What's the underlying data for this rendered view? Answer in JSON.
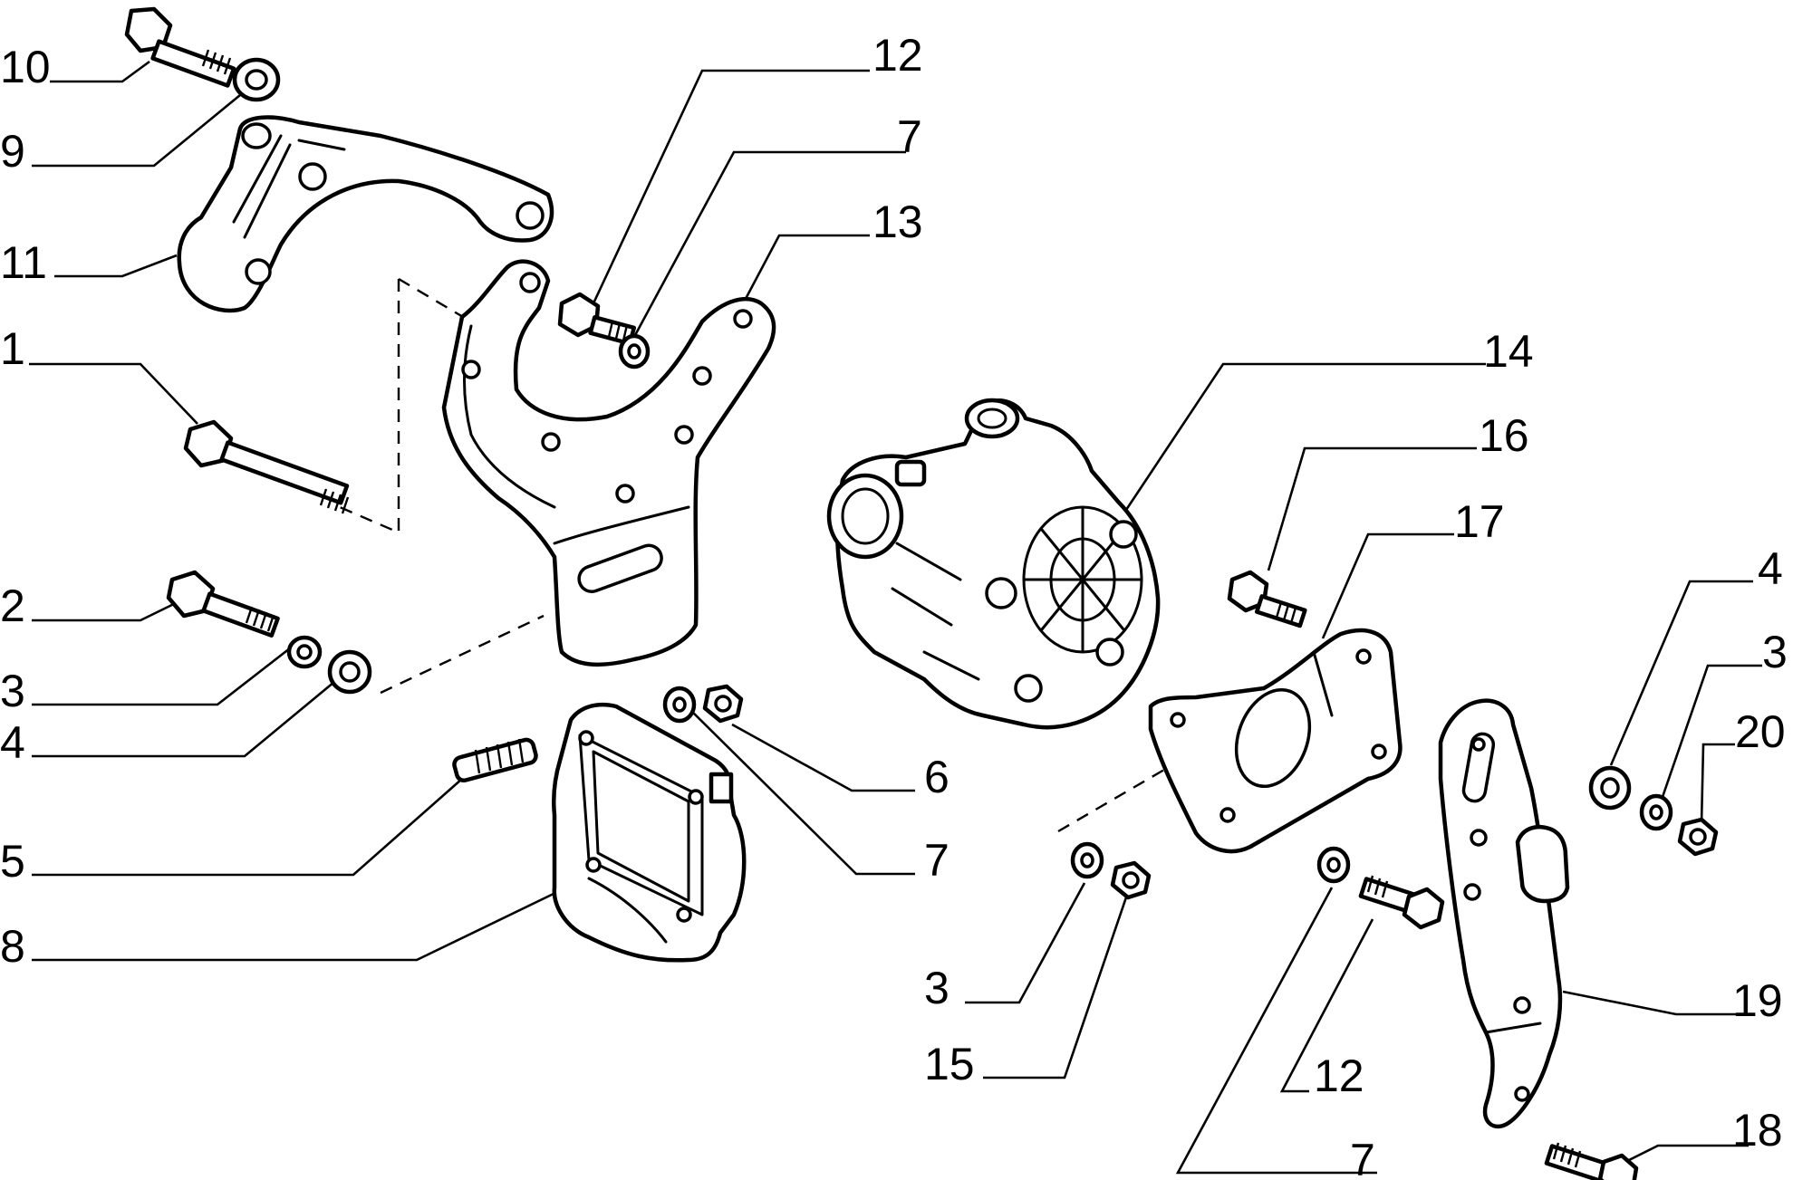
{
  "diagram": {
    "labels": {
      "l10": "10",
      "l9": "9",
      "l11": "11",
      "l1": "1",
      "l2": "2",
      "l3a": "3",
      "l4a": "4",
      "l5": "5",
      "l8": "8",
      "l12a": "12",
      "l7a": "7",
      "l13": "13",
      "l6": "6",
      "l7b": "7",
      "l14": "14",
      "l16": "16",
      "l17": "17",
      "l4b": "4",
      "l3b": "3",
      "l20": "20",
      "l3c": "3",
      "l15": "15",
      "l12b": "12",
      "l7c": "7",
      "l19": "19",
      "l18": "18"
    }
  }
}
